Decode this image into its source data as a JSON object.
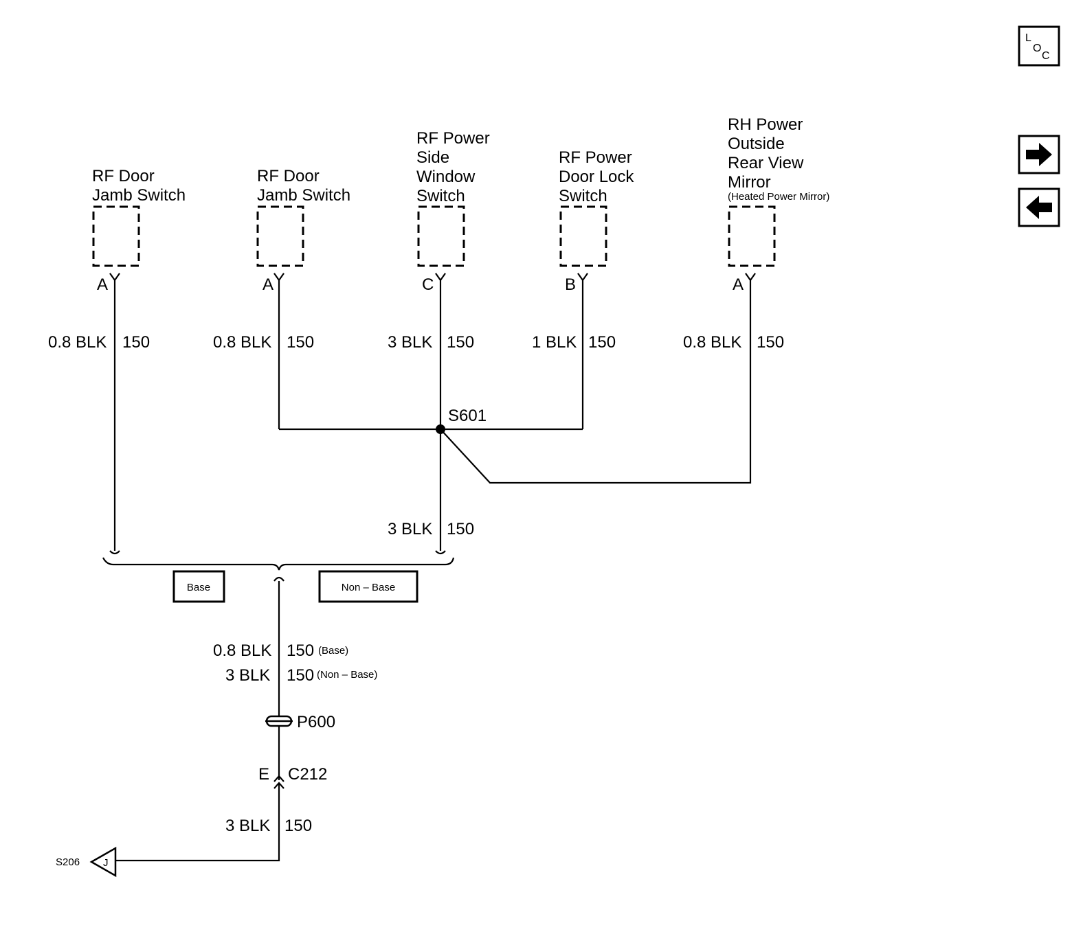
{
  "components": [
    {
      "name_line1": "RF Door",
      "name_line2": "Jamb Switch",
      "pin": "A",
      "wire_size_color": "0.8 BLK",
      "circuit": "150"
    },
    {
      "name_line1": "RF Door",
      "name_line2": "Jamb Switch",
      "pin": "A",
      "wire_size_color": "0.8 BLK",
      "circuit": "150"
    },
    {
      "name_line1": "RF Power",
      "name_line2": "Side",
      "name_line3": "Window",
      "name_line4": "Switch",
      "pin": "C",
      "wire_size_color": "3 BLK",
      "circuit": "150"
    },
    {
      "name_line1": "RF Power",
      "name_line2": "Door Lock",
      "name_line3": "Switch",
      "pin": "B",
      "wire_size_color": "1 BLK",
      "circuit": "150"
    },
    {
      "name_line1": "RH Power",
      "name_line2": "Outside",
      "name_line3": "Rear View",
      "name_line4": "Mirror",
      "note": "(Heated Power Mirror)",
      "pin": "A",
      "wire_size_color": "0.8 BLK",
      "circuit": "150"
    }
  ],
  "splice": {
    "label": "S601"
  },
  "lower_wire": {
    "wire_size_color": "3 BLK",
    "circuit": "150"
  },
  "options": {
    "base": "Base",
    "non_base": "Non – Base"
  },
  "trunk": {
    "line1_wire": "0.8 BLK",
    "line1_circuit": "150",
    "line1_note": "(Base)",
    "line2_wire": "3 BLK",
    "line2_circuit": "150",
    "line2_note": "(Non – Base)"
  },
  "pass_through": {
    "label": "P600"
  },
  "connector": {
    "pin": "E",
    "label": "C212"
  },
  "bottom_wire": {
    "wire_size_color": "3 BLK",
    "circuit": "150"
  },
  "ground_ref": {
    "label": "S206",
    "pin": "J"
  },
  "nav": {
    "loc_l": "L",
    "loc_o": "O",
    "loc_c": "C",
    "next_icon": "arrow-right-icon",
    "prev_icon": "arrow-left-icon"
  }
}
